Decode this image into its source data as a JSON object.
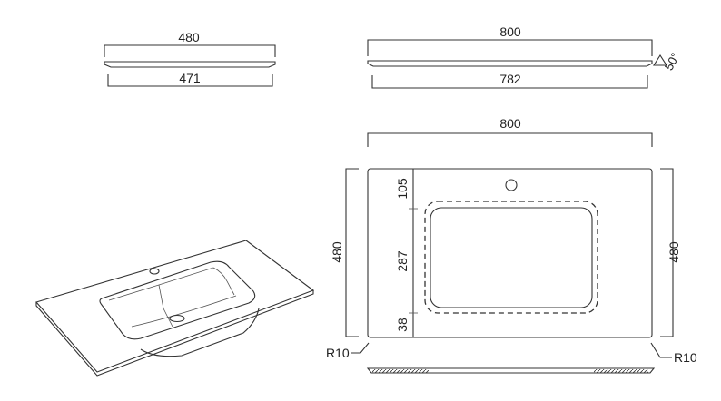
{
  "side_view": {
    "top_width": "480",
    "bottom_width": "471"
  },
  "front_view": {
    "top_width": "800",
    "bottom_width": "782",
    "angle": "50°"
  },
  "plan_view": {
    "width": "800",
    "depth_left": "480",
    "depth_right": "480",
    "tap_offset": "105",
    "bowl_length": "287",
    "front_margin": "38",
    "radius_left": "R10",
    "radius_right": "R10"
  }
}
